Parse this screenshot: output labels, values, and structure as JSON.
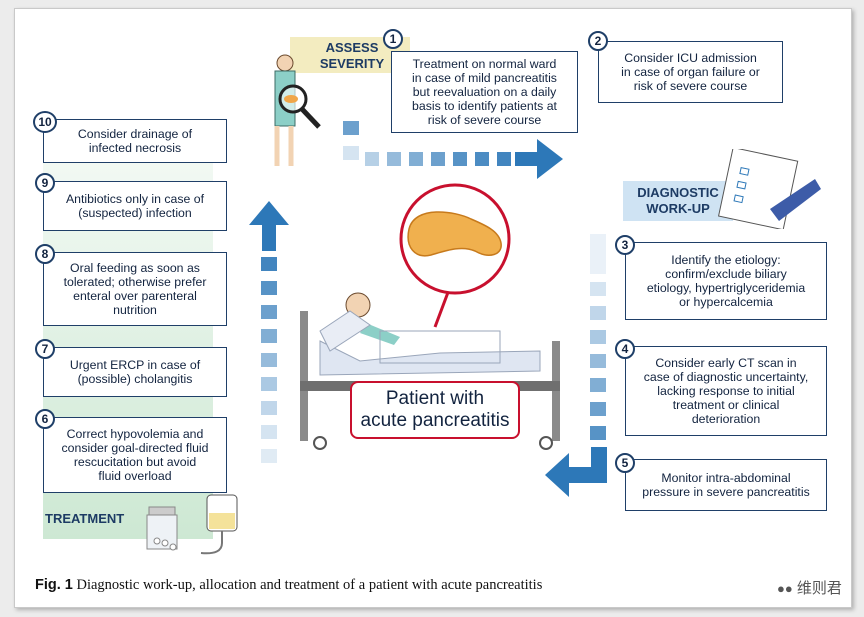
{
  "labels": {
    "assess_severity": [
      "ASSESS",
      "SEVERITY"
    ],
    "diagnostic_workup": [
      "DIAGNOSTIC",
      "WORK-UP"
    ],
    "treatment": "TREATMENT"
  },
  "center_title": [
    "Patient with",
    "acute pancreatitis"
  ],
  "steps": [
    {
      "num": "1",
      "lines": [
        "Treatment on normal ward",
        "in case of mild pancreatitis",
        "but reevaluation on a daily",
        "basis to identify patients at",
        "risk of severe course"
      ]
    },
    {
      "num": "2",
      "lines": [
        "Consider ICU admission",
        "in case of organ failure or",
        "risk of severe course"
      ]
    },
    {
      "num": "3",
      "lines": [
        "Identify the etiology:",
        "confirm/exclude biliary",
        "etiology, hypertriglyceridemia",
        "or hypercalcemia"
      ]
    },
    {
      "num": "4",
      "lines": [
        "Consider early CT scan in",
        "case of diagnostic uncertainty,",
        "lacking response to initial",
        "treatment or clinical",
        "deterioration"
      ]
    },
    {
      "num": "5",
      "lines": [
        "Monitor intra-abdominal",
        "pressure in severe pancreatitis"
      ]
    },
    {
      "num": "6",
      "lines": [
        "Correct hypovolemia and",
        "consider goal-directed fluid",
        "rescucitation but avoid",
        "fluid overload"
      ]
    },
    {
      "num": "7",
      "lines": [
        "Urgent ERCP in case of",
        "(possible) cholangitis"
      ]
    },
    {
      "num": "8",
      "lines": [
        "Oral feeding as soon as",
        "tolerated; otherwise prefer",
        "enteral over parenteral",
        "nutrition"
      ]
    },
    {
      "num": "9",
      "lines": [
        "Antibiotics only in case of",
        "(suspected) infection"
      ]
    },
    {
      "num": "10",
      "lines": [
        "Consider drainage of",
        "infected necrosis"
      ]
    }
  ],
  "caption": {
    "label": "Fig. 1",
    "text": "Diagnostic work-up, allocation and treatment of a patient with acute pancreatitis"
  },
  "watermark": "维则君",
  "colors": {
    "accent": "#2d78b8",
    "border": "#1f3f68",
    "red": "#c8102e",
    "stripe_green": "#d6ecd9",
    "stripe_yellow": "#f5efc8",
    "stripe_blue": "#d4e6f4"
  }
}
